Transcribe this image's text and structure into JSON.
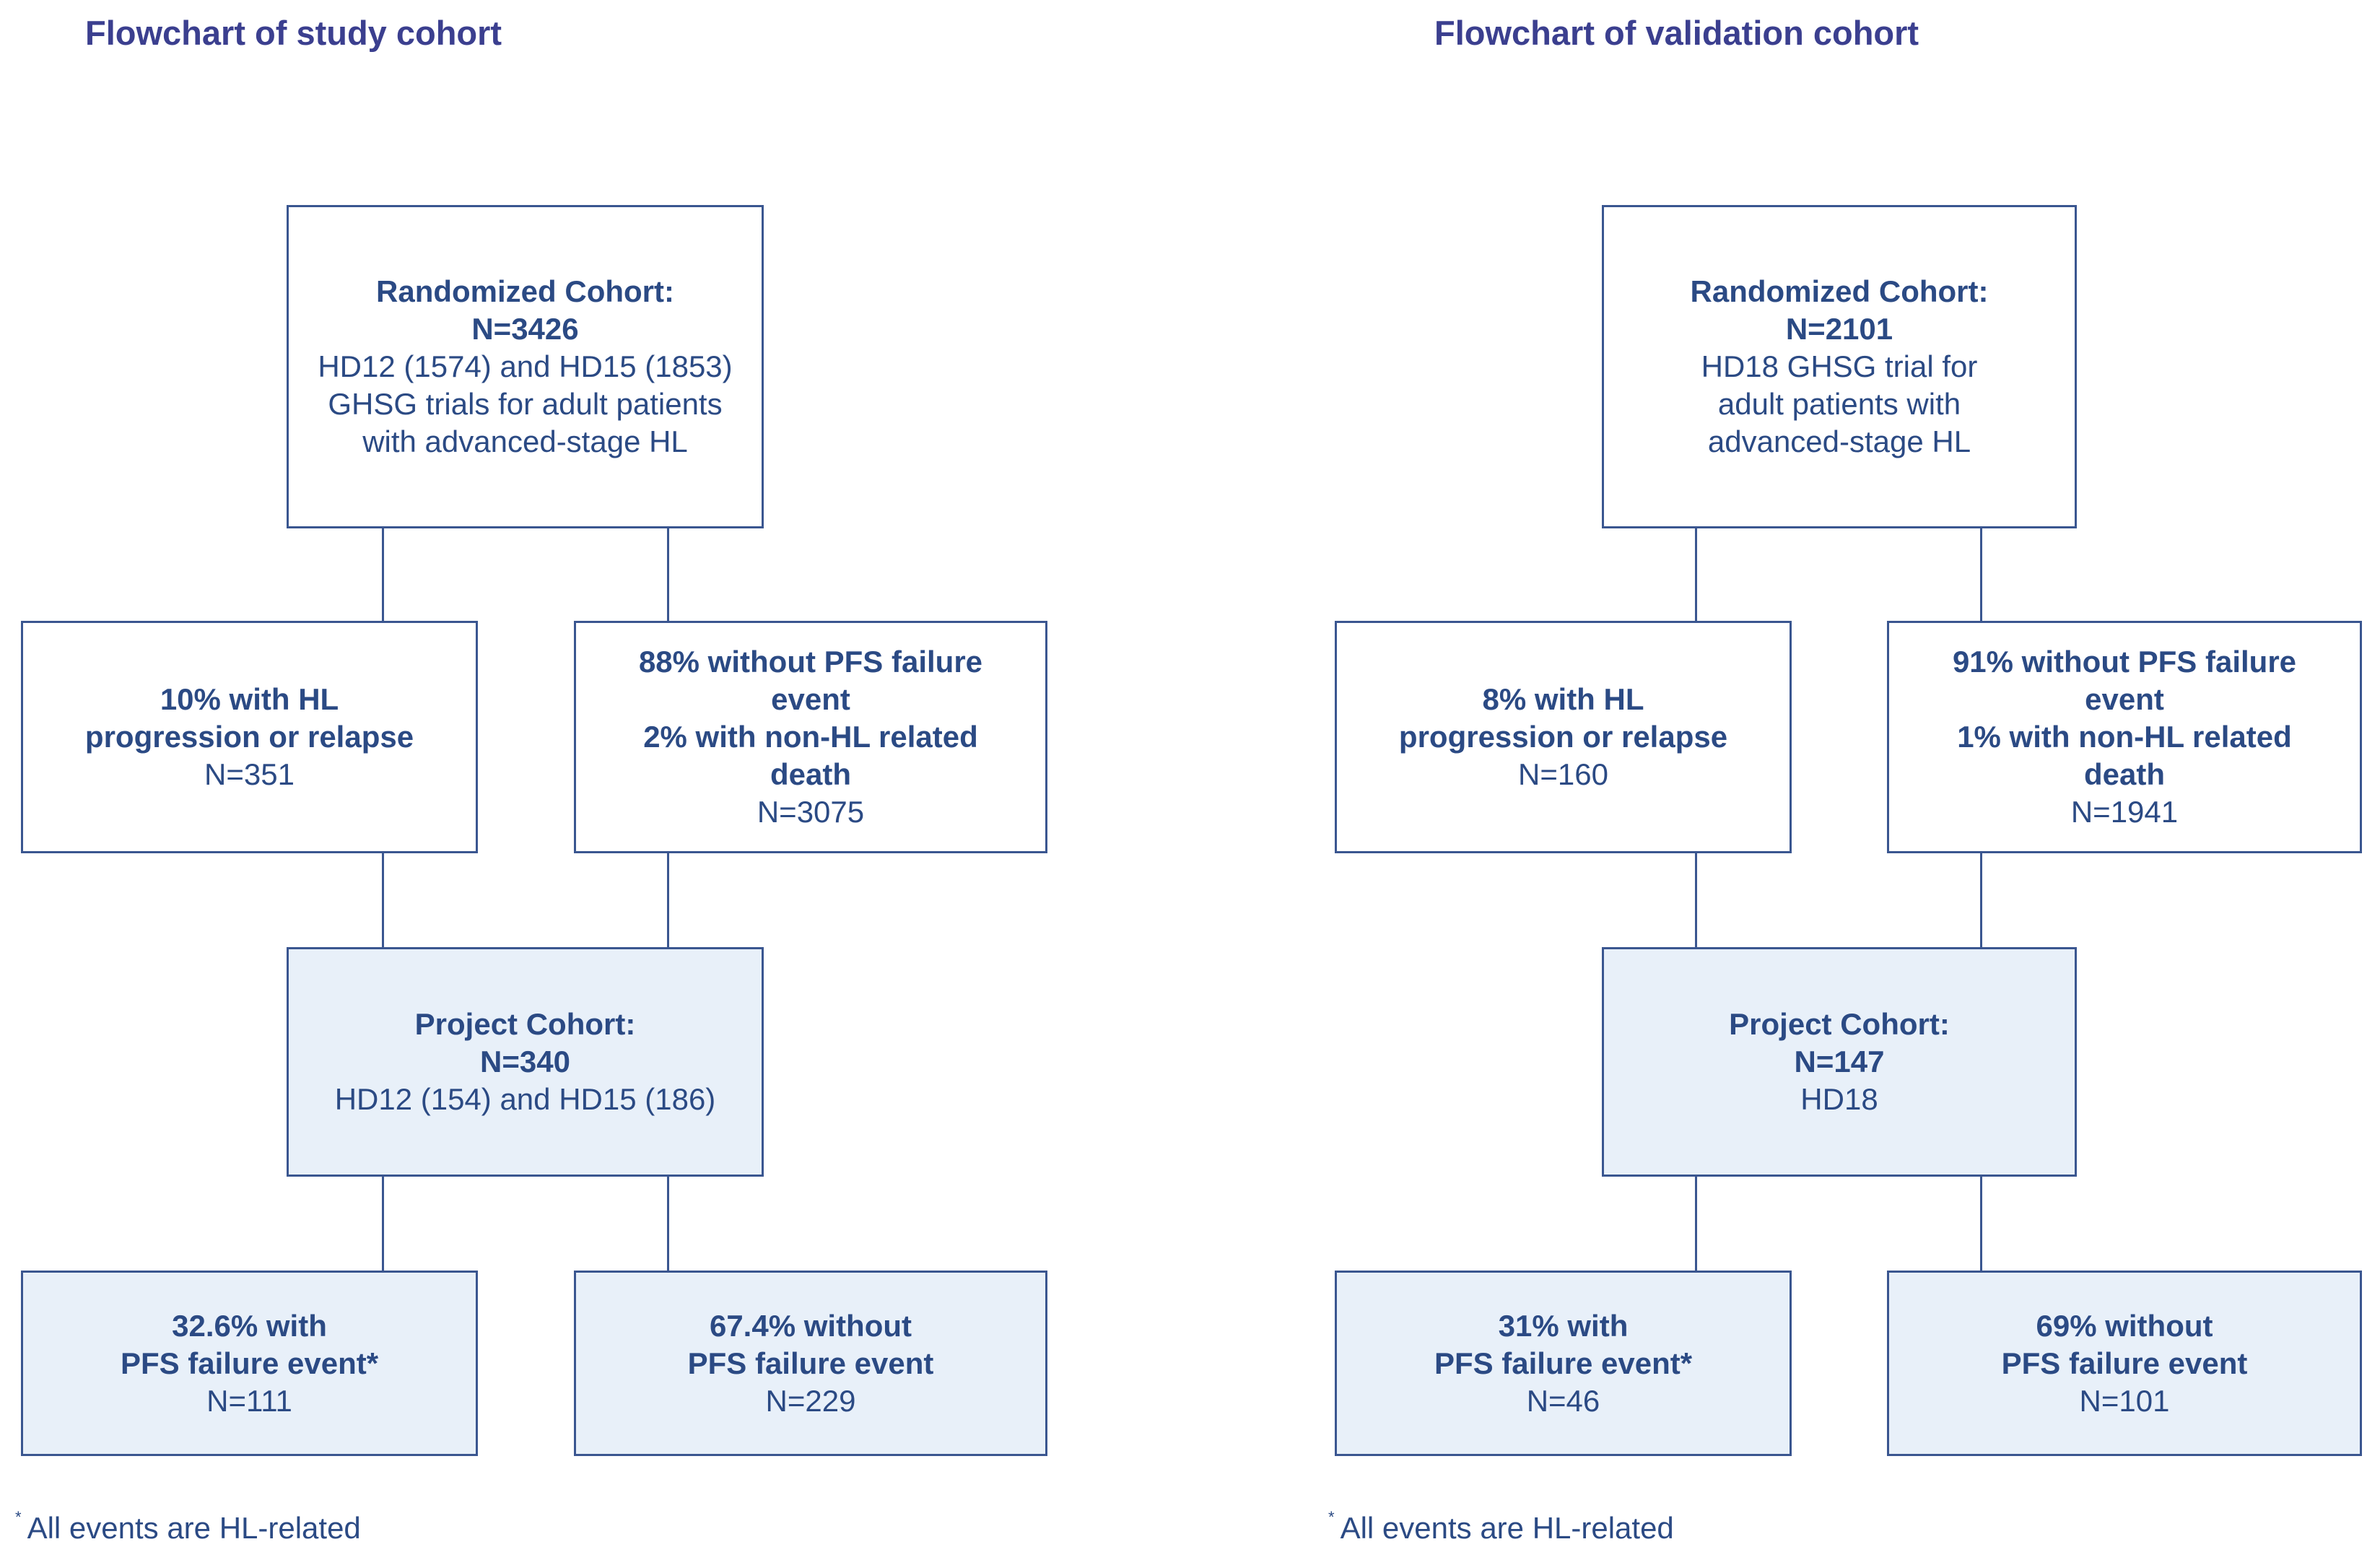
{
  "panels": [
    {
      "title": "Flowchart of study cohort",
      "boxes": [
        {
          "id": "randomized-cohort",
          "fill": false,
          "lines": [
            {
              "text": "Randomized Cohort:",
              "bold": true
            },
            {
              "text": "N=3426",
              "bold": true
            },
            {
              "text": "HD12 (1574) and HD15 (1853)",
              "bold": false
            },
            {
              "text": "GHSG trials for adult patients",
              "bold": false
            },
            {
              "text": "with advanced-stage HL",
              "bold": false
            }
          ]
        },
        {
          "id": "progression-relapse",
          "fill": false,
          "lines": [
            {
              "text": "10% with HL",
              "bold": true
            },
            {
              "text": "progression or relapse",
              "bold": true
            },
            {
              "text": "N=351",
              "bold": false
            }
          ]
        },
        {
          "id": "without-pfs-failure",
          "fill": false,
          "lines": [
            {
              "text": "88% without PFS failure",
              "bold": true
            },
            {
              "text": "event",
              "bold": true
            },
            {
              "text": "2% with non-HL related",
              "bold": true
            },
            {
              "text": "death",
              "bold": true
            },
            {
              "text": "N=3075",
              "bold": false
            }
          ]
        },
        {
          "id": "project-cohort",
          "fill": true,
          "lines": [
            {
              "text": "Project Cohort:",
              "bold": true
            },
            {
              "text": "N=340",
              "bold": true
            },
            {
              "text": "HD12 (154) and HD15 (186)",
              "bold": false
            }
          ]
        },
        {
          "id": "with-pfs-failure-event",
          "fill": true,
          "lines": [
            {
              "text": "32.6% with",
              "bold": true
            },
            {
              "text": "PFS failure event*",
              "bold": true
            },
            {
              "text": "N=111",
              "bold": false
            }
          ]
        },
        {
          "id": "without-pfs-failure-event",
          "fill": true,
          "lines": [
            {
              "text": "67.4% without",
              "bold": true
            },
            {
              "text": "PFS failure event",
              "bold": true
            },
            {
              "text": "N=229",
              "bold": false
            }
          ]
        }
      ],
      "footnote": {
        "mark": "*",
        "text": "All events are HL-related"
      }
    },
    {
      "title": "Flowchart of validation cohort",
      "boxes": [
        {
          "id": "randomized-cohort",
          "fill": false,
          "lines": [
            {
              "text": "Randomized Cohort:",
              "bold": true
            },
            {
              "text": "N=2101",
              "bold": true
            },
            {
              "text": "HD18 GHSG trial for",
              "bold": false
            },
            {
              "text": "adult patients with",
              "bold": false
            },
            {
              "text": "advanced-stage HL",
              "bold": false
            }
          ]
        },
        {
          "id": "progression-relapse",
          "fill": false,
          "lines": [
            {
              "text": "8% with HL",
              "bold": true
            },
            {
              "text": "progression or relapse",
              "bold": true
            },
            {
              "text": "N=160",
              "bold": false
            }
          ]
        },
        {
          "id": "without-pfs-failure",
          "fill": false,
          "lines": [
            {
              "text": "91% without PFS failure",
              "bold": true
            },
            {
              "text": "event",
              "bold": true
            },
            {
              "text": "1% with non-HL related",
              "bold": true
            },
            {
              "text": "death",
              "bold": true
            },
            {
              "text": "N=1941",
              "bold": false
            }
          ]
        },
        {
          "id": "project-cohort",
          "fill": true,
          "lines": [
            {
              "text": "Project Cohort:",
              "bold": true
            },
            {
              "text": "N=147",
              "bold": true
            },
            {
              "text": "HD18",
              "bold": false
            }
          ]
        },
        {
          "id": "with-pfs-failure-event",
          "fill": true,
          "lines": [
            {
              "text": "31% with",
              "bold": true
            },
            {
              "text": "PFS failure event*",
              "bold": true
            },
            {
              "text": "N=46",
              "bold": false
            }
          ]
        },
        {
          "id": "without-pfs-failure-event",
          "fill": true,
          "lines": [
            {
              "text": "69% without",
              "bold": true
            },
            {
              "text": "PFS failure event",
              "bold": true
            },
            {
              "text": "N=101",
              "bold": false
            }
          ]
        }
      ],
      "footnote": {
        "mark": "*",
        "text": "All events are HL-related"
      }
    }
  ]
}
